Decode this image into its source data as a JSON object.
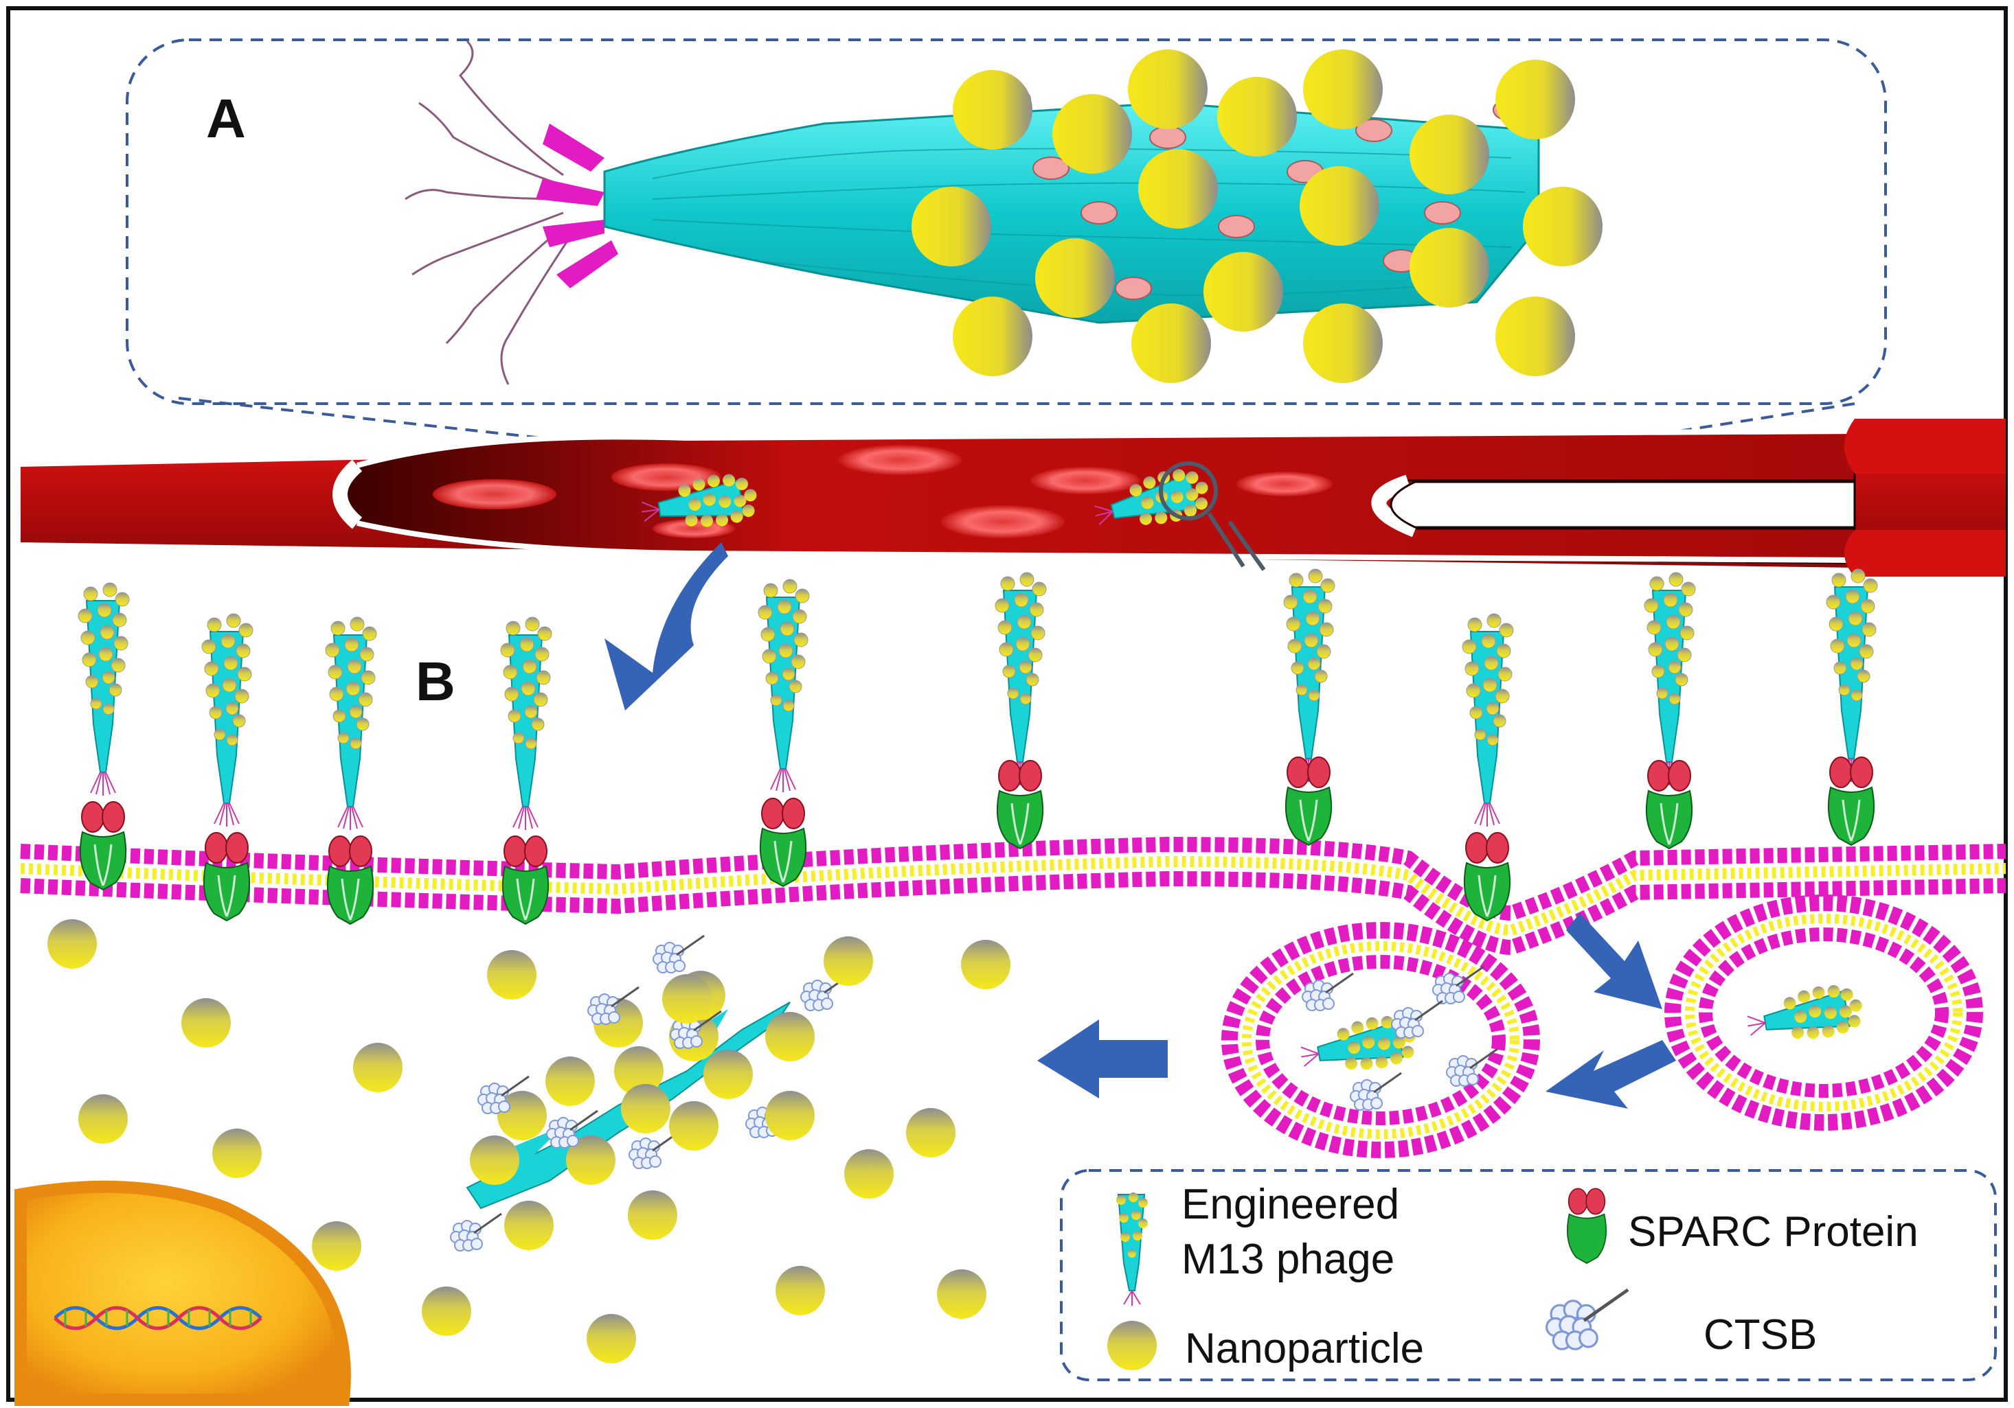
{
  "panels": {
    "a_label": "A",
    "b_label": "B"
  },
  "legend": {
    "phage_line1": "Engineered",
    "phage_line2": "M13 phage",
    "nanoparticle": "Nanoparticle",
    "sparc": "SPARC Protein",
    "ctsb": "CTSB"
  },
  "colors": {
    "phage_body": "#19d3d6",
    "nanoparticle": "#f3e21a",
    "membrane_head": "#e21bc2",
    "membrane_tail": "#f6ee2a",
    "blood_vessel": "#c80f0f",
    "sparc_green": "#1eb33a",
    "sparc_red": "#e23a55",
    "nucleus": "#f39a10",
    "arrow": "#3563b5",
    "ctsb": "#9fb8e8"
  },
  "icons": {
    "phage": "phage-icon",
    "nanoparticle": "nanoparticle-icon",
    "sparc": "sparc-protein-icon",
    "ctsb": "ctsb-icon",
    "dna": "dna-helix-icon",
    "magnifier": "magnifier-icon"
  }
}
